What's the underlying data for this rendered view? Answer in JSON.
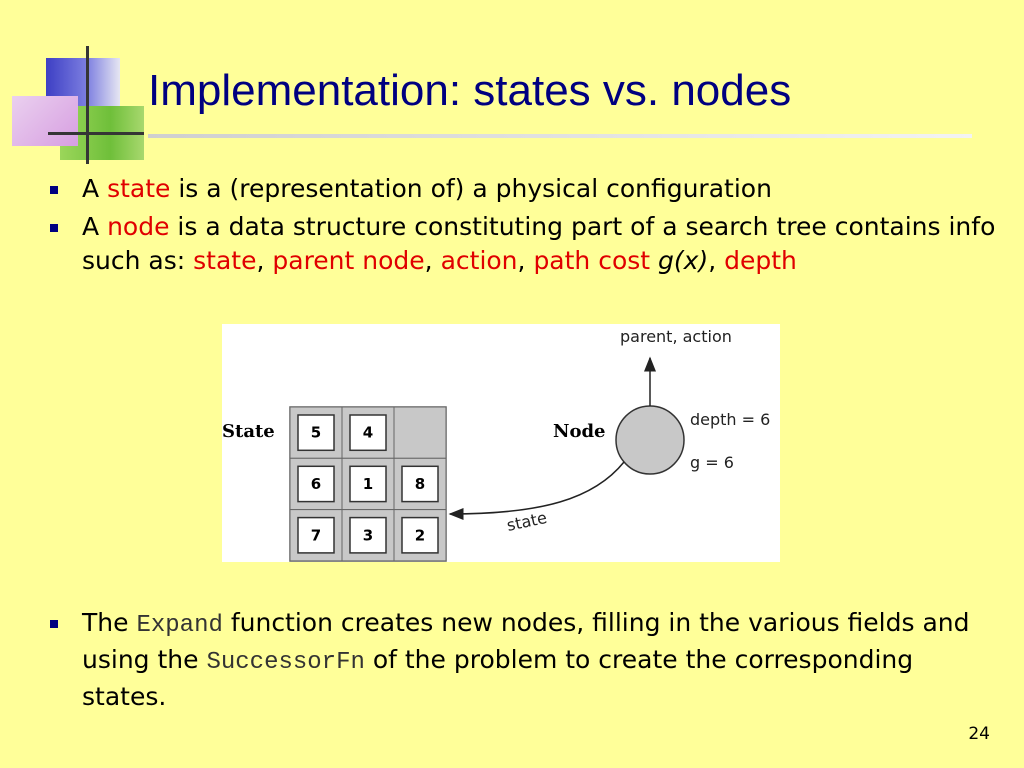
{
  "slide": {
    "title": "Implementation: states vs. nodes",
    "page_number": "24"
  },
  "bullets_top": [
    {
      "a": "A ",
      "b": "state",
      "c": " is a (representation of) a physical configuration"
    },
    {
      "a": "A ",
      "b": "node",
      "c": " is a data structure constituting part of a search tree contains info such as: ",
      "r1": "state",
      "s1": ", ",
      "r2": "parent node",
      "s2": ", ",
      "r3": "action",
      "s3": ", ",
      "r4": "path cost",
      "s4": " ",
      "g": "g(x)",
      "s5": ", ",
      "r5": "depth"
    }
  ],
  "bullet_bottom": {
    "a": "The ",
    "expand": "Expand",
    "b": " function creates new nodes, filling in the various fields and using the ",
    "successor": "SuccessorFn",
    "c": " of the problem to create the corresponding states."
  },
  "figure": {
    "state_label": "State",
    "node_label": "Node",
    "parent_action": "parent, action",
    "depth_label": "depth = 6",
    "g_label": "g = 6",
    "state_arrow_label": "state",
    "tiles": [
      "5",
      "4",
      "",
      "6",
      "1",
      "8",
      "7",
      "3",
      "2"
    ]
  },
  "colors": {
    "background": "#FFFF99",
    "title": "#000080",
    "highlight": "#E00000",
    "node_fill": "#C8C8C8",
    "grid_fill": "#C8C8C8"
  }
}
